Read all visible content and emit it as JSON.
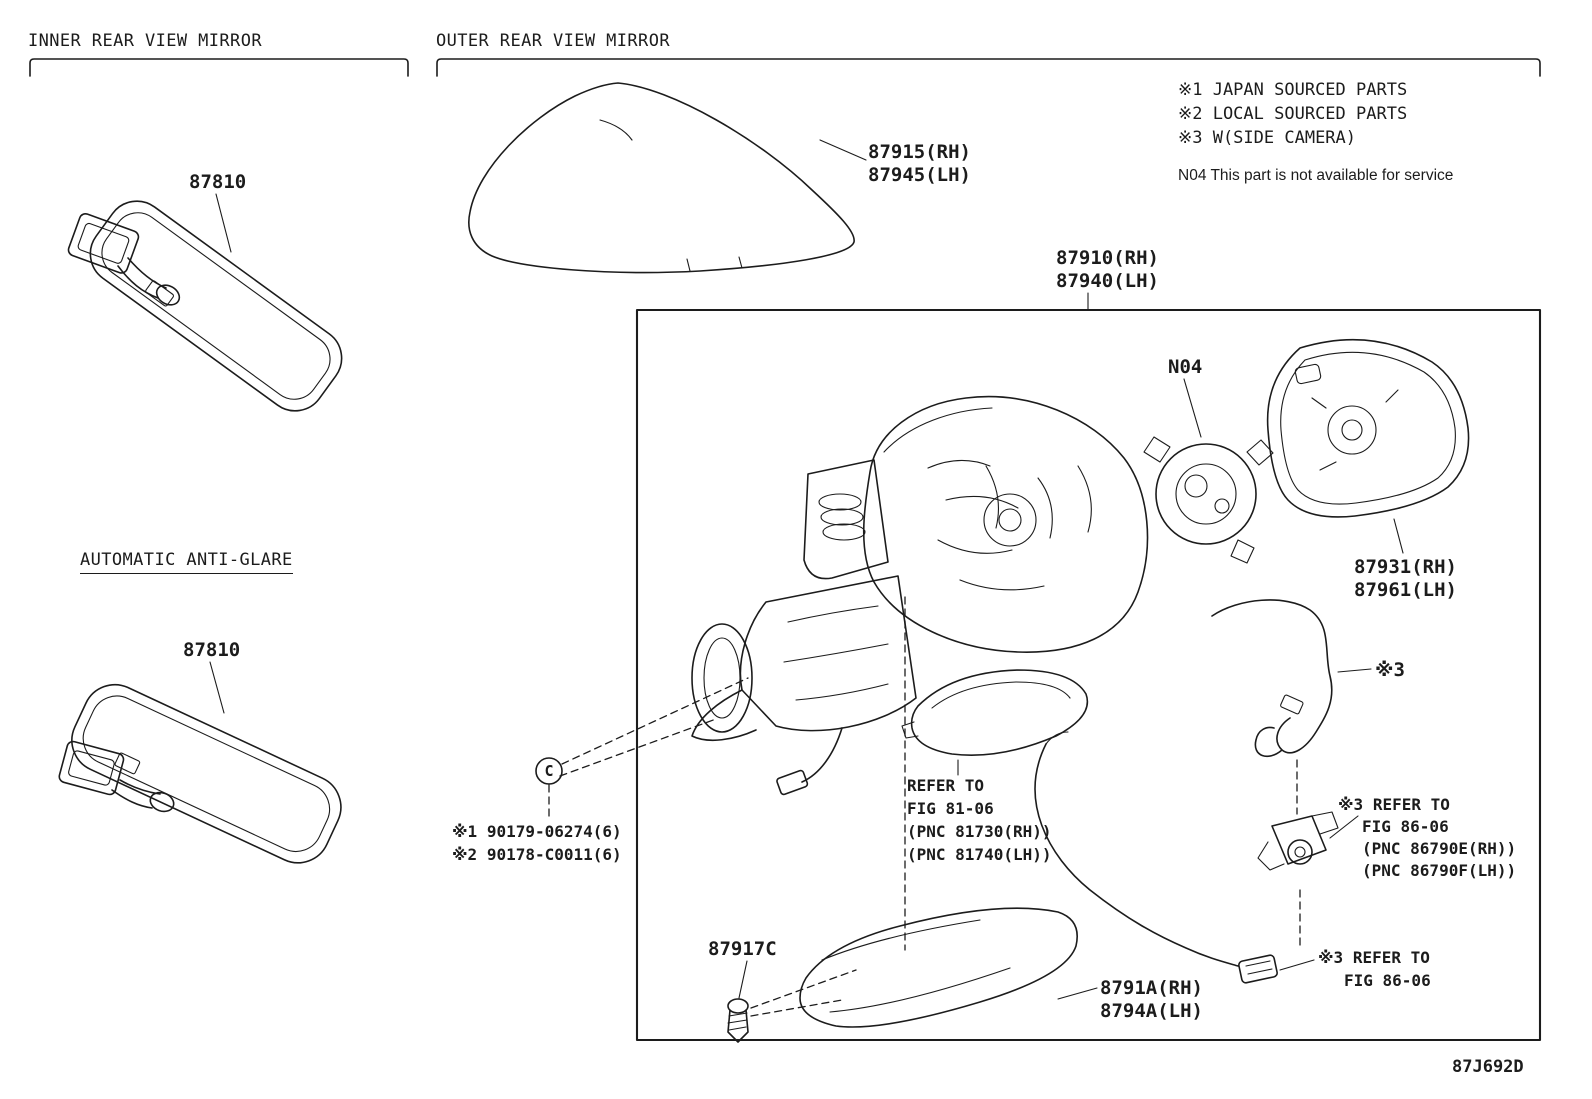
{
  "colors": {
    "ink": "#1c1c1c",
    "background": "#ffffff"
  },
  "sections": {
    "inner_title": "INNER REAR VIEW MIRROR",
    "outer_title": "OUTER REAR VIEW MIRROR",
    "antiglare_title": "AUTOMATIC ANTI-GLARE"
  },
  "notes": [
    "※1 JAPAN SOURCED PARTS",
    "※2 LOCAL SOURCED PARTS",
    "※3 W(SIDE CAMERA)",
    "N04 This part is not available for service"
  ],
  "callouts": {
    "inner_mirror": "87810",
    "antiglare_mirror": "87810",
    "cover_rh": "87915(RH)",
    "cover_lh": "87945(LH)",
    "assy_rh": "87910(RH)",
    "assy_lh": "87940(LH)",
    "actuator": "N04",
    "glass_rh": "87931(RH)",
    "glass_lh": "87961(LH)",
    "screw_note_1": "※1 90179-06274(6)",
    "screw_note_2": "※2 90178-C0011(6)",
    "harness": "※3",
    "retainer_screw": "87917C",
    "lamp_rh": "8791A(RH)",
    "lamp_lh": "8794A(LH)",
    "clip_symbol": "C"
  },
  "refer_blocks": {
    "turn_lamp": [
      "REFER TO",
      "FIG 81-06",
      "(PNC 81730(RH))",
      "(PNC 81740(LH))"
    ],
    "side_camera": [
      "※3 REFER TO",
      "FIG 86-06",
      "(PNC 86790E(RH))",
      "(PNC 86790F(LH))"
    ],
    "camera_connector": [
      "※3 REFER TO",
      "FIG 86-06"
    ]
  },
  "footer": {
    "diagram_code": "87J692D"
  }
}
